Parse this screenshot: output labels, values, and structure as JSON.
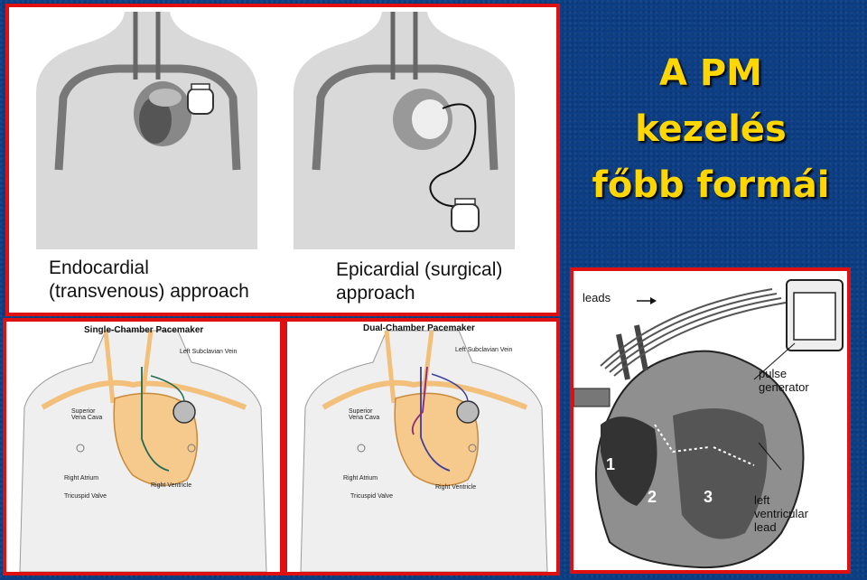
{
  "title": {
    "line1": "A PM",
    "line2": "kezelés",
    "line3": "főbb formái"
  },
  "top_panel": {
    "endocardial": {
      "line1": "Endocardial",
      "line2": "(transvenous) approach"
    },
    "epicardial": {
      "line1": "Epicardial (surgical)",
      "line2": "approach"
    }
  },
  "single": {
    "heading": "Single-Chamber Pacemaker",
    "labels": {
      "left_subclavian_vein": "Left Subclavian Vein",
      "superior_vena_cava": "Superior\nVena Cava",
      "right_atrium": "Right Atrium",
      "tricuspid_valve": "Tricuspid Valve",
      "right_ventricle": "Right Ventricle"
    }
  },
  "dual": {
    "heading": "Dual-Chamber Pacemaker",
    "labels": {
      "left_subclavian_vein": "Left Subclavian Vein",
      "superior_vena_cava": "Superior\nVena Cava",
      "right_atrium": "Right Atrium",
      "tricuspid_valve": "Tricuspid Valve",
      "right_ventricle": "Right Ventricle"
    }
  },
  "heart_panel": {
    "leads": "leads",
    "pulse_generator": {
      "line1": "pulse",
      "line2": "generator"
    },
    "left_ventricular_lead": {
      "line1": "left",
      "line2": "ventricular",
      "line3": "lead"
    },
    "numbers": [
      "1",
      "2",
      "3"
    ]
  },
  "colors": {
    "background": "#0d3f86",
    "frame": "#e01010",
    "title": "#ffd700"
  }
}
